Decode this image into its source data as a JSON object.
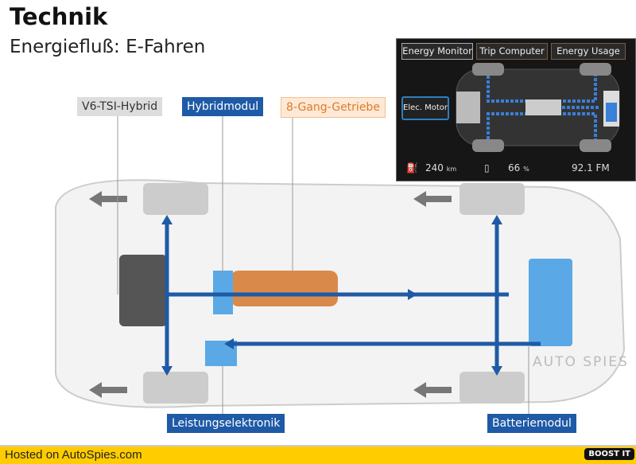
{
  "header": {
    "title": "Technik",
    "subtitle": "Energiefluß: E-Fahren"
  },
  "labels": {
    "v6": "V6-TSI-Hybrid",
    "hybridmodul": "Hybridmodul",
    "getriebe": "8-Gang-Getriebe",
    "leistung": "Leistungselektronik",
    "batterie": "Batteriemodul"
  },
  "inset": {
    "tabs": [
      "Energy Monitor",
      "Trip Computer",
      "Energy Usage"
    ],
    "mode_button": "Elec. Motor",
    "range": "240",
    "range_unit": "km",
    "battery": "66",
    "battery_unit": "%",
    "radio": "92.1  FM"
  },
  "watermark": "AUTO SPIES",
  "footer": {
    "hosted": "Hosted on AutoSpies.com",
    "boost": "BOOST IT"
  },
  "colors": {
    "blue": "#1f5aa6",
    "orange": "#e07a25",
    "footer": "#ffcc00"
  }
}
